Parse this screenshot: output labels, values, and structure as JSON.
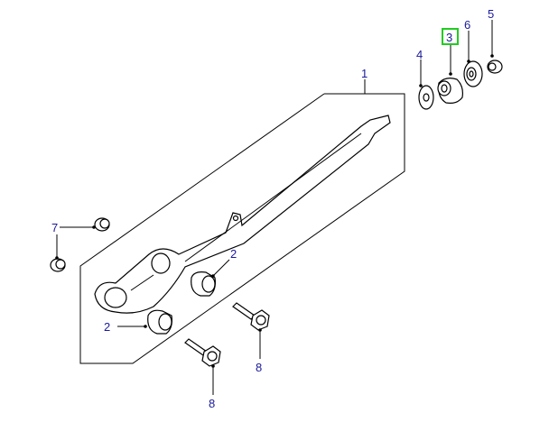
{
  "diagram": {
    "highlight_color": "#22cc22",
    "callout_color": "#1a1a9a",
    "callouts": [
      {
        "id": "part-1",
        "label": "1"
      },
      {
        "id": "part-2a",
        "label": "2"
      },
      {
        "id": "part-2b",
        "label": "2"
      },
      {
        "id": "part-3",
        "label": "3",
        "highlighted": true
      },
      {
        "id": "part-4",
        "label": "4"
      },
      {
        "id": "part-5",
        "label": "5"
      },
      {
        "id": "part-6",
        "label": "6"
      },
      {
        "id": "part-7",
        "label": "7"
      },
      {
        "id": "part-8a",
        "label": "8"
      },
      {
        "id": "part-8b",
        "label": "8"
      }
    ]
  }
}
